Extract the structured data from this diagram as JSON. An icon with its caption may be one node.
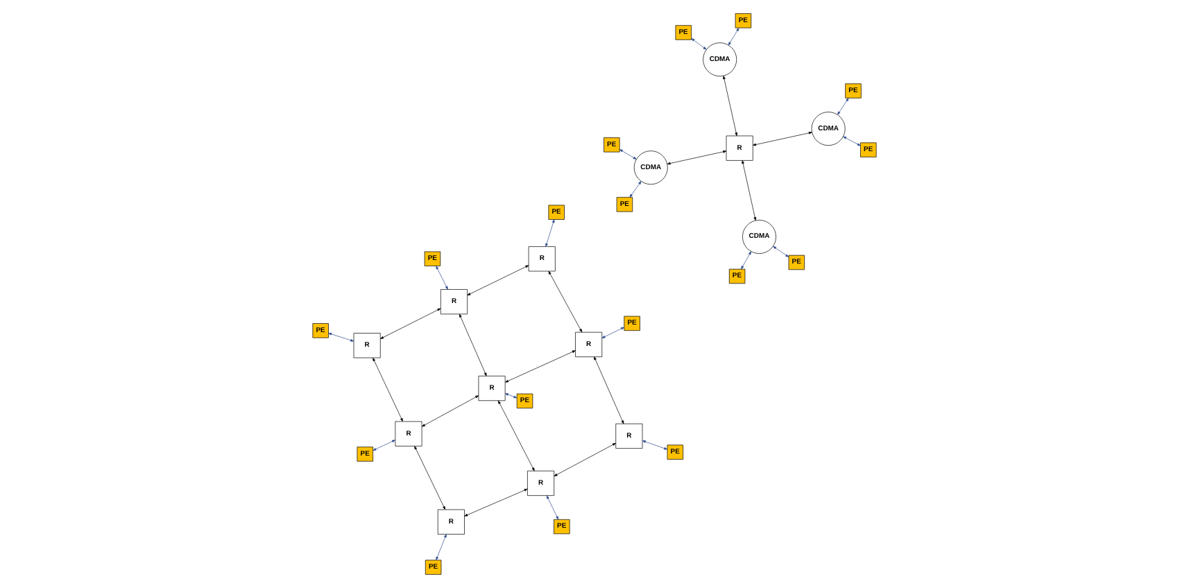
{
  "diagram": {
    "nodes": [
      {
        "text": [
          "PE"
        ]
      },
      {
        "text": [
          "PE"
        ]
      },
      {
        "text": [
          "PE"
        ]
      },
      {
        "text": [
          "R"
        ]
      },
      {
        "text": [
          "R"
        ]
      },
      {
        "text": [
          "R"
        ]
      },
      {
        "text": [
          "PE"
        ]
      },
      {
        "text": [
          "PE"
        ]
      },
      {
        "text": [
          "PE"
        ]
      },
      {
        "text": [
          "R"
        ]
      },
      {
        "text": [
          "R"
        ]
      },
      {
        "text": [
          "R"
        ]
      },
      {
        "text": [
          "PE"
        ]
      },
      {
        "text": [
          "PE"
        ]
      },
      {
        "text": [
          "PE"
        ]
      },
      {
        "text": [
          "R"
        ]
      },
      {
        "text": [
          "R"
        ]
      },
      {
        "text": [
          "R"
        ]
      },
      {
        "text": [
          "PE"
        ]
      },
      {
        "text": [
          "PE"
        ]
      },
      {
        "text": [
          "PE"
        ]
      },
      {
        "text": [
          "CDMA"
        ]
      },
      {
        "text": [
          "CDMA"
        ]
      },
      {
        "text": [
          "PE"
        ]
      },
      {
        "text": [
          "R"
        ]
      },
      {
        "text": [
          "PE"
        ]
      },
      {
        "text": [
          "CDMA"
        ]
      },
      {
        "text": [
          "CDMA"
        ]
      },
      {
        "text": [
          "PE"
        ]
      },
      {
        "text": [
          "PE"
        ]
      },
      {
        "text": [
          "PE"
        ]
      }
    ],
    "edges": [
      {
        "from": 0,
        "to": 3,
        "arrow": "both"
      },
      {
        "from": 1,
        "to": 4,
        "arrow": "both"
      },
      {
        "from": 2,
        "to": 5,
        "arrow": "both"
      },
      {
        "from": 6,
        "to": 9,
        "arrow": "both"
      },
      {
        "from": 7,
        "to": 10,
        "arrow": "both"
      },
      {
        "from": 8,
        "to": 11,
        "arrow": "both"
      },
      {
        "from": 12,
        "to": 15,
        "arrow": "both"
      },
      {
        "from": 13,
        "to": 16,
        "arrow": "both"
      },
      {
        "from": 14,
        "to": 17,
        "arrow": "both"
      },
      {
        "from": 3,
        "to": 4,
        "arrow": "both",
        "color": "#000000"
      },
      {
        "from": 4,
        "to": 5,
        "arrow": "both",
        "color": "#000000"
      },
      {
        "from": 9,
        "to": 10,
        "arrow": "both",
        "color": "#000000"
      },
      {
        "from": 10,
        "to": 11,
        "arrow": "both",
        "color": "#000000"
      },
      {
        "from": 15,
        "to": 16,
        "arrow": "both",
        "color": "#000000"
      },
      {
        "from": 16,
        "to": 17,
        "arrow": "both",
        "color": "#000000"
      },
      {
        "from": 3,
        "to": 9,
        "arrow": "both",
        "color": "#000000"
      },
      {
        "from": 4,
        "to": 10,
        "arrow": "both",
        "color": "#000000"
      },
      {
        "from": 5,
        "to": 11,
        "arrow": "both",
        "color": "#000000"
      },
      {
        "from": 9,
        "to": 15,
        "arrow": "both",
        "color": "#000000"
      },
      {
        "from": 10,
        "to": 16,
        "arrow": "both",
        "color": "#000000"
      },
      {
        "from": 11,
        "to": 17,
        "arrow": "both",
        "color": "#000000"
      },
      {
        "from": 18,
        "to": 21,
        "arrow": "both"
      },
      {
        "from": 19,
        "to": 22,
        "arrow": "both"
      },
      {
        "from": 20,
        "to": 21,
        "arrow": "both"
      },
      {
        "from": 22,
        "to": 23,
        "arrow": "both"
      },
      {
        "from": 21,
        "to": 24,
        "arrow": "both",
        "color": "#000000"
      },
      {
        "from": 22,
        "to": 24,
        "arrow": "both",
        "color": "#000000"
      },
      {
        "from": 24,
        "to": 26,
        "arrow": "both",
        "color": "#000000"
      },
      {
        "from": 24,
        "to": 27,
        "arrow": "both",
        "color": "#000000"
      },
      {
        "from": 25,
        "to": 26,
        "arrow": "both"
      },
      {
        "from": 27,
        "to": 28,
        "arrow": "both"
      },
      {
        "from": 26,
        "to": 29,
        "arrow": "both"
      },
      {
        "from": 27,
        "to": 30,
        "arrow": "both"
      }
    ]
  }
}
